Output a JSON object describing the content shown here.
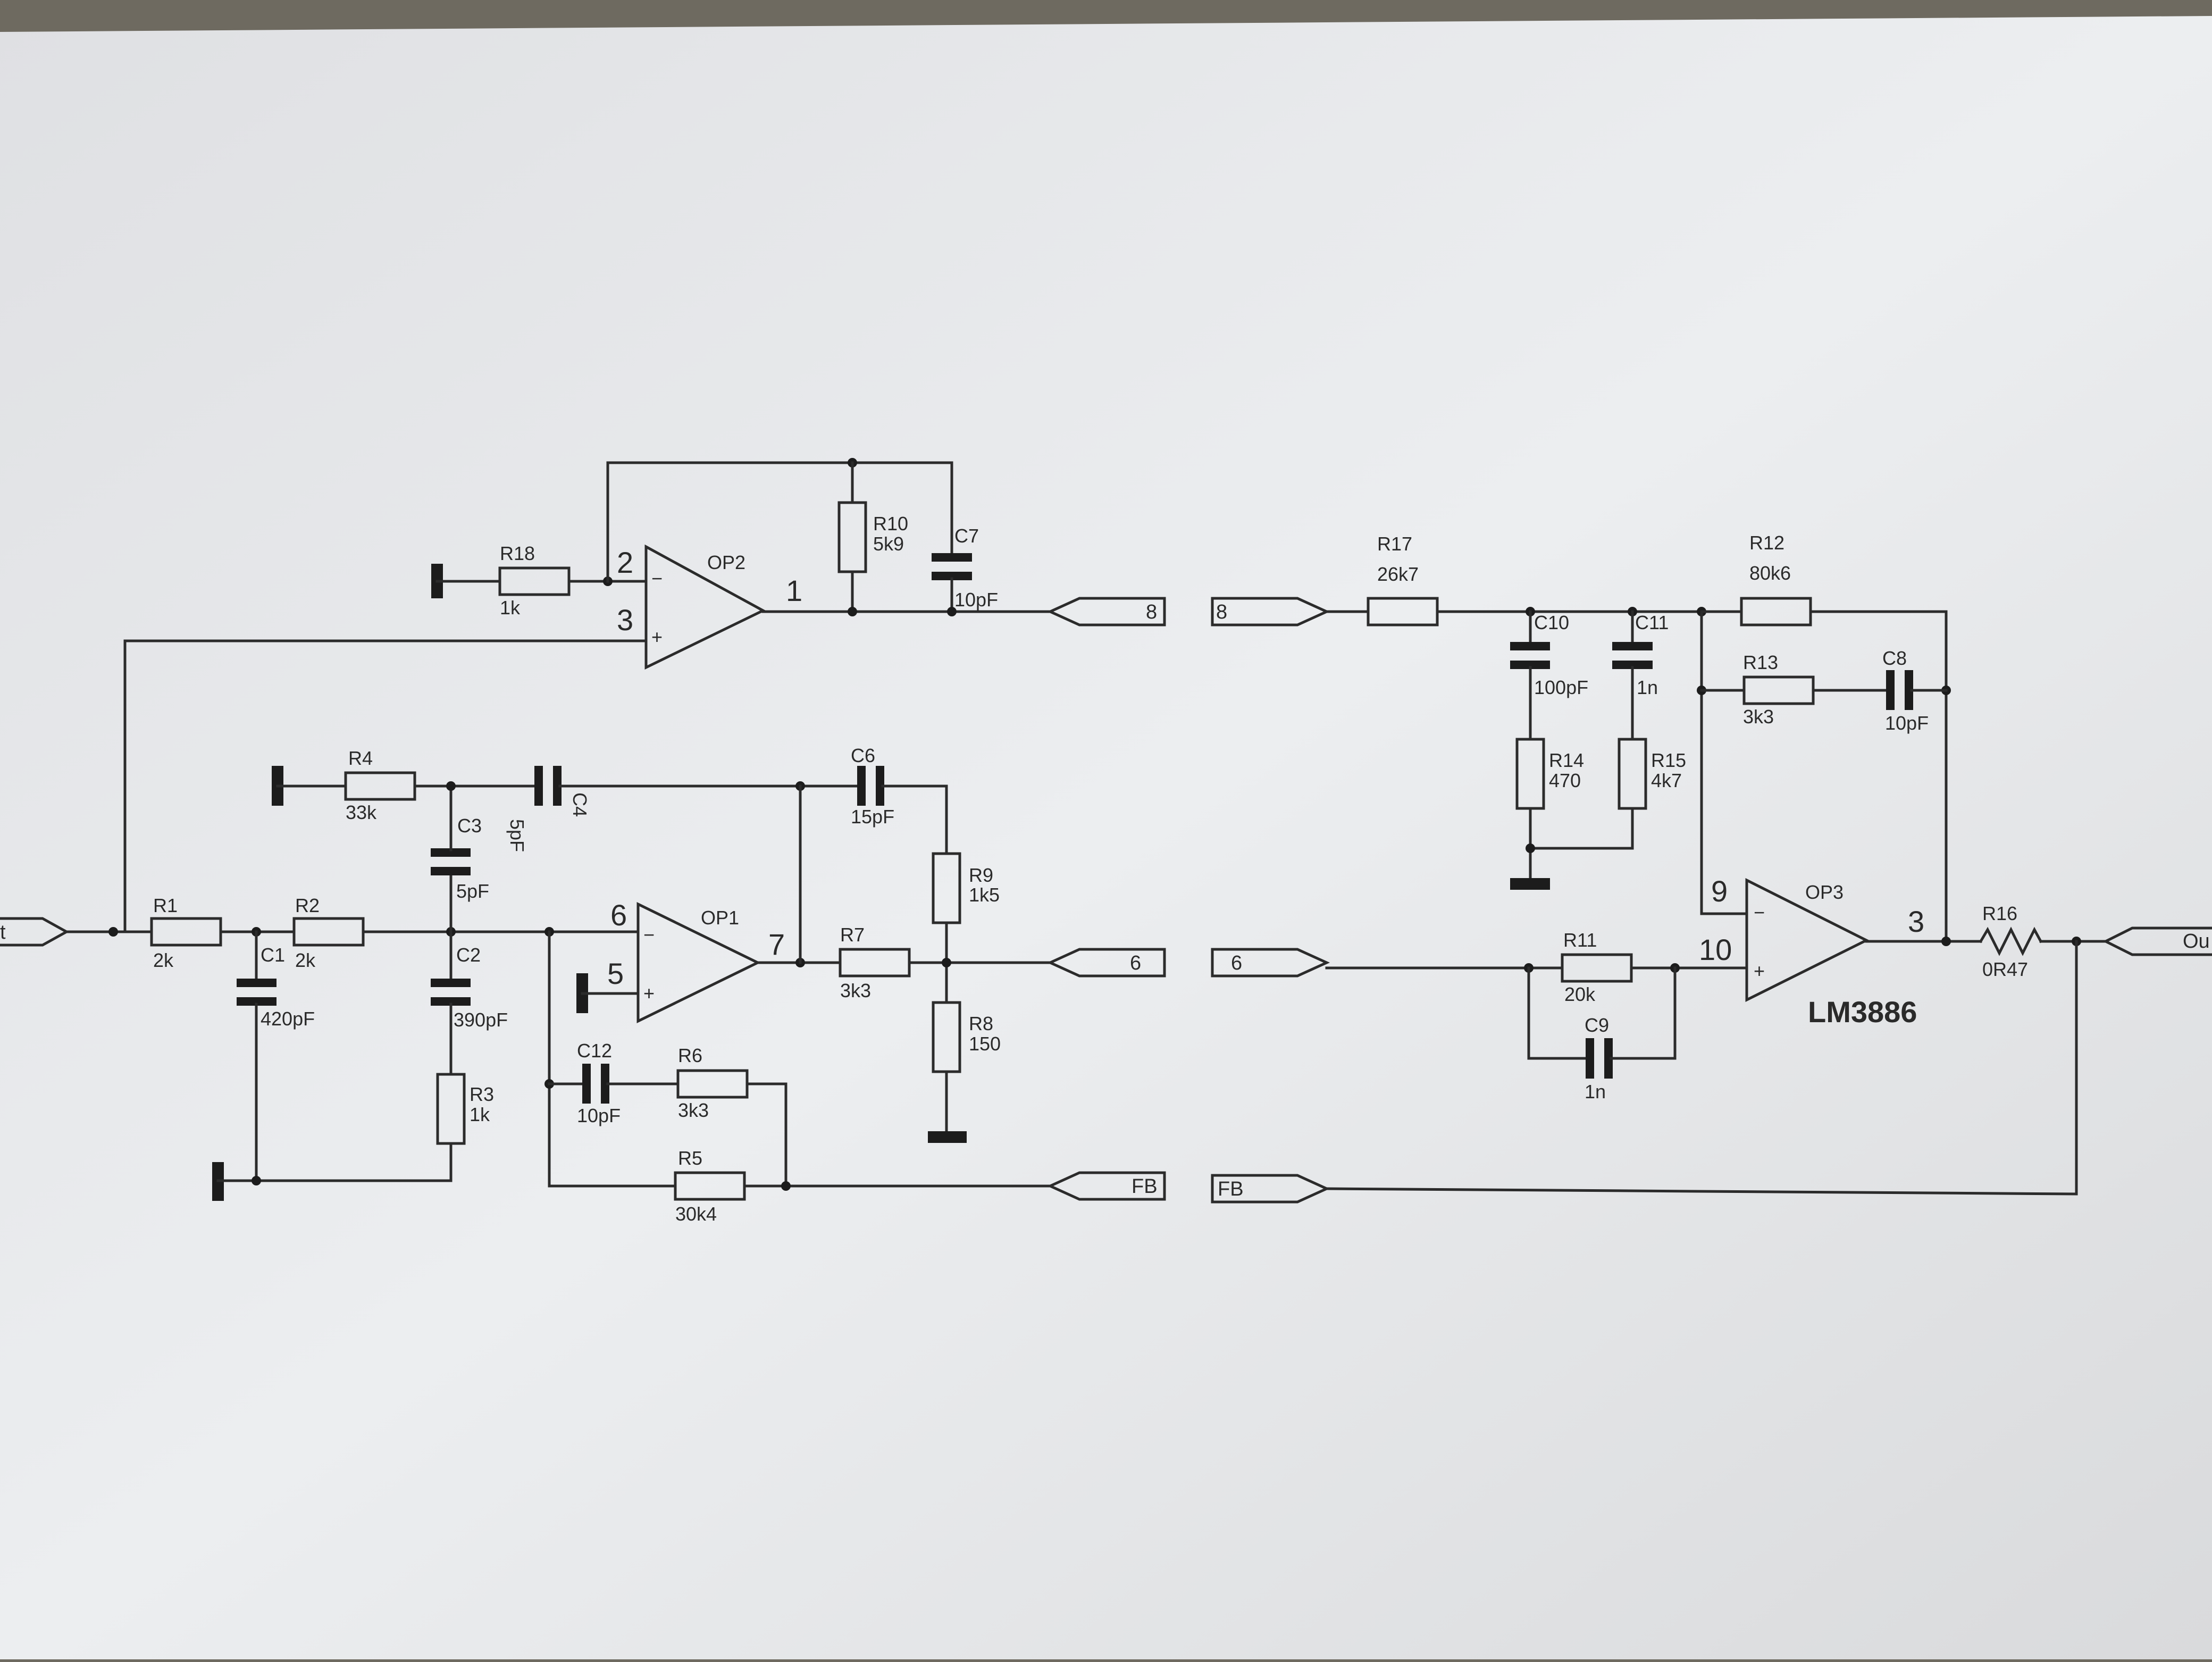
{
  "components": {
    "R18": {
      "ref": "R18",
      "value": "1k"
    },
    "R10": {
      "ref": "R10",
      "value": "5k9"
    },
    "C7": {
      "ref": "C7",
      "value": "10pF"
    },
    "R4": {
      "ref": "R4",
      "value": "33k"
    },
    "C4": {
      "ref": "C4",
      "value": "5pF"
    },
    "C6": {
      "ref": "C6",
      "value": "15pF"
    },
    "C3": {
      "ref": "C3",
      "value": "5pF"
    },
    "R9": {
      "ref": "R9",
      "value": "1k5"
    },
    "R1": {
      "ref": "R1",
      "value": "2k"
    },
    "R2": {
      "ref": "R2",
      "value": "2k"
    },
    "C1": {
      "ref": "C1",
      "value": "420pF"
    },
    "C2": {
      "ref": "C2",
      "value": "390pF"
    },
    "R3": {
      "ref": "R3",
      "value": "1k"
    },
    "R7": {
      "ref": "R7",
      "value": "3k3"
    },
    "R8": {
      "ref": "R8",
      "value": "150"
    },
    "C12": {
      "ref": "C12",
      "value": "10pF"
    },
    "R6": {
      "ref": "R6",
      "value": "3k3"
    },
    "R5": {
      "ref": "R5",
      "value": "30k4"
    },
    "R17": {
      "ref": "R17",
      "value": "26k7"
    },
    "R12": {
      "ref": "R12",
      "value": "80k6"
    },
    "C10": {
      "ref": "C10",
      "value": "100pF"
    },
    "C11": {
      "ref": "C11",
      "value": "1n"
    },
    "R13": {
      "ref": "R13",
      "value": "3k3"
    },
    "C8": {
      "ref": "C8",
      "value": "10pF"
    },
    "R14": {
      "ref": "R14",
      "value": "470"
    },
    "R15": {
      "ref": "R15",
      "value": "4k7"
    },
    "R11": {
      "ref": "R11",
      "value": "20k"
    },
    "C9": {
      "ref": "C9",
      "value": "1n"
    },
    "R16": {
      "ref": "R16",
      "value": "0R47"
    }
  },
  "opamps": {
    "OP1": {
      "name": "OP1",
      "pin_inv": "6",
      "pin_noninv": "5",
      "pin_out": "7"
    },
    "OP2": {
      "name": "OP2",
      "pin_inv": "2",
      "pin_noninv": "3",
      "pin_out": "1"
    },
    "OP3": {
      "name": "OP3",
      "pin_inv": "9",
      "pin_noninv": "10",
      "pin_out": "3",
      "part": "LM3886"
    }
  },
  "signs": {
    "minus": "−",
    "plus": "+"
  },
  "ports": {
    "in_left": "t",
    "p8_left": "8",
    "p6_left": "6",
    "fb_left": "FB",
    "p8_right": "8",
    "p6_right": "6",
    "fb_right": "FB",
    "out_right": "Ou"
  },
  "colors": {
    "paper": "#e9eaec",
    "ink": "#2b2b2b",
    "background": "#6e6a60"
  }
}
